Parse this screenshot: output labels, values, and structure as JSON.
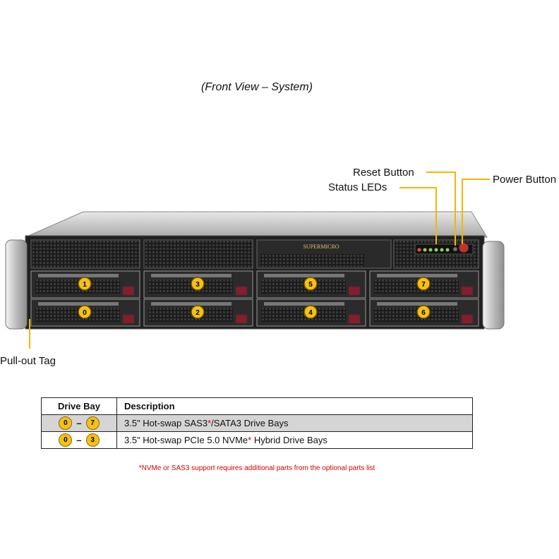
{
  "caption": "(Front View – System)",
  "callouts": {
    "reset": "Reset Button",
    "power": "Power Button",
    "status": "Status LEDs",
    "pullout": "Pull-out Tag"
  },
  "chassis": {
    "brand": "SUPERMICRO",
    "bays_top": [
      "1",
      "3",
      "5",
      "7"
    ],
    "bays_bottom": [
      "0",
      "2",
      "4",
      "6"
    ],
    "accent_color": "#f5c116"
  },
  "table": {
    "headers": [
      "Drive Bay",
      "Description"
    ],
    "rows": [
      {
        "from": "0",
        "dash": "–",
        "to": "7",
        "desc_a": "3.5\" Hot-swap SAS3",
        "star": "*",
        "desc_b": "/SATA3 Drive Bays"
      },
      {
        "from": "0",
        "dash": "–",
        "to": "3",
        "desc_a": "3.5\" Hot-swap PCIe 5.0 NVMe",
        "star": "*",
        "desc_b": " Hybrid Drive Bays"
      }
    ]
  },
  "footnote": "*NVMe or SAS3 support requires additional parts from the optional parts list"
}
